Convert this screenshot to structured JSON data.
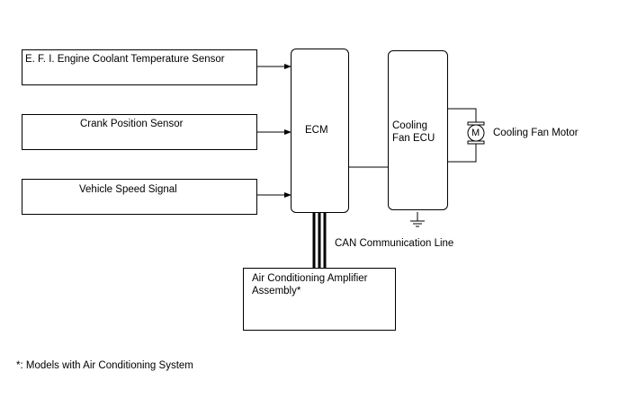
{
  "sensors": {
    "ect": "E. F. I. Engine Coolant Temperature Sensor",
    "crank": "Crank Position Sensor",
    "speed": "Vehicle Speed Signal"
  },
  "ecm": "ECM",
  "cooling_fan_ecu": "Cooling Fan ECU",
  "motor": {
    "symbol": "M",
    "label": "Cooling Fan Motor"
  },
  "can_line": "CAN Communication Line",
  "amplifier": "Air Conditioning Amplifier Assembly*",
  "footnote": "*: Models with Air Conditioning System"
}
